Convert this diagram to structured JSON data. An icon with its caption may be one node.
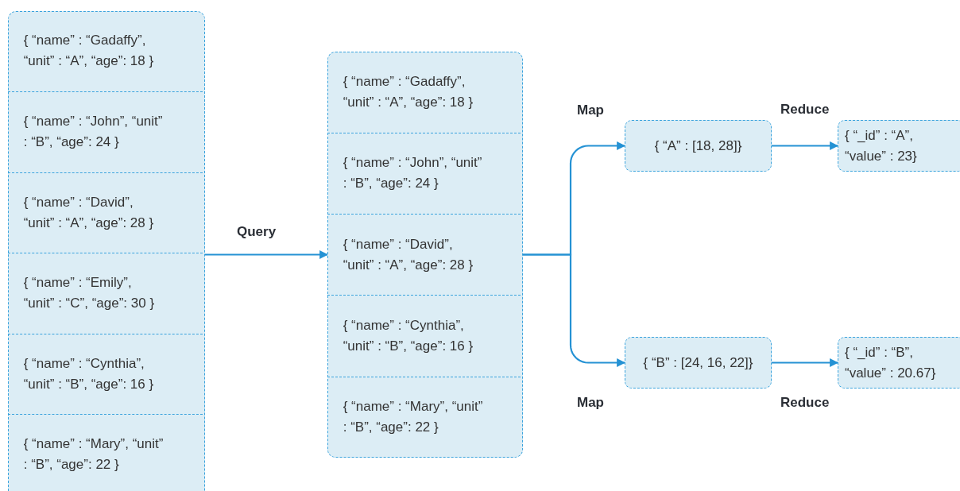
{
  "diagram": {
    "nodes": [
      {
        "text": [],
        "shape": "box"
      },
      {
        "text": [
          "{ “name” : “Gadaffy”, “unit” : “A”, “age”: 18 }"
        ],
        "in": 0
      },
      {
        "text": [
          "{ “name” : “John”, “unit” : “B”, “age”: 24 }"
        ],
        "in": 0
      },
      {
        "text": [
          "{ “name” : “David”, “unit” : “A”, “age”: 28 }"
        ],
        "in": 0
      },
      {
        "text": [
          "{ “name” : “Emily”, “unit” : “C”, “age”: 30 }"
        ],
        "in": 0
      },
      {
        "text": [
          "{ “name” : “Cynthia”, “unit” : “B”, “age”: 16 }"
        ],
        "in": 0
      },
      {
        "text": [
          "{ “name” : “Mary”, “unit” : “B”, “age”: 22 }"
        ],
        "in": 0
      },
      {
        "text": [],
        "shape": "box"
      },
      {
        "text": [
          "{ “name” : “Gadaffy”, “unit” : “A”, “age”: 18 }"
        ],
        "in": 7
      },
      {
        "text": [
          "{ “name” : “John”, “unit” : “B”, “age”: 24 }"
        ],
        "in": 7
      },
      {
        "text": [
          "{ “name” : “David”, “unit” : “A”, “age”: 28 }"
        ],
        "in": 7
      },
      {
        "text": [
          "{ “name” : “Cynthia”, “unit” : “B”, “age”: 16 }"
        ],
        "in": 7
      },
      {
        "text": [
          "{ “name” : “Mary”, “unit” : “B”, “age”: 22 }"
        ],
        "in": 7
      },
      {
        "text": [
          "{ “A” : [18, 28]}"
        ]
      },
      {
        "text": [
          "{ “B” : [24, 16, 22]}"
        ]
      },
      {
        "text": [
          "{ “_id” : “A”, “value” : 23}"
        ]
      },
      {
        "text": [
          "{ “_id” : “B”, “value” : 20.67}"
        ]
      }
    ],
    "edges": [
      {
        "from": 0,
        "to": 7,
        "arrow": "to",
        "label": "Query"
      },
      {
        "from": 7,
        "to": 13,
        "arrow": "to",
        "label": "Map"
      },
      {
        "from": 7,
        "to": 14,
        "arrow": "to",
        "label": "Map"
      },
      {
        "from": 13,
        "to": 15,
        "arrow": "to",
        "label": "Reduce"
      },
      {
        "from": 14,
        "to": 16,
        "arrow": "to",
        "label": "Reduce"
      }
    ]
  }
}
